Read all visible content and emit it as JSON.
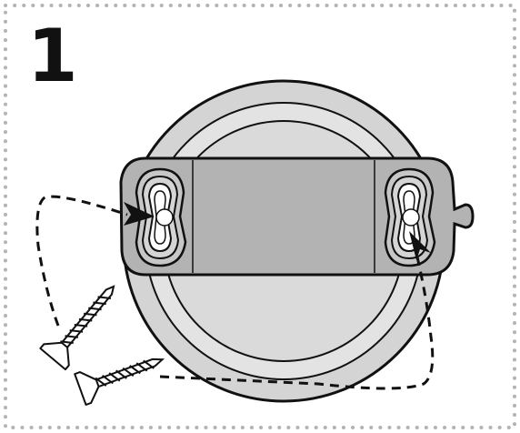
{
  "step": {
    "number": "1"
  },
  "illustration": {
    "items": [
      "mounting-plate",
      "screw",
      "screw",
      "dashed-path",
      "dashed-path",
      "arrow",
      "arrow"
    ]
  },
  "colors": {
    "frame_dots": "#b4b4b4",
    "outer_disc": "#d4d4d4",
    "inner_disc": "#e3e3e3",
    "center_disc": "#dadada",
    "plate": "#b3b3b3",
    "stroke": "#111111"
  }
}
